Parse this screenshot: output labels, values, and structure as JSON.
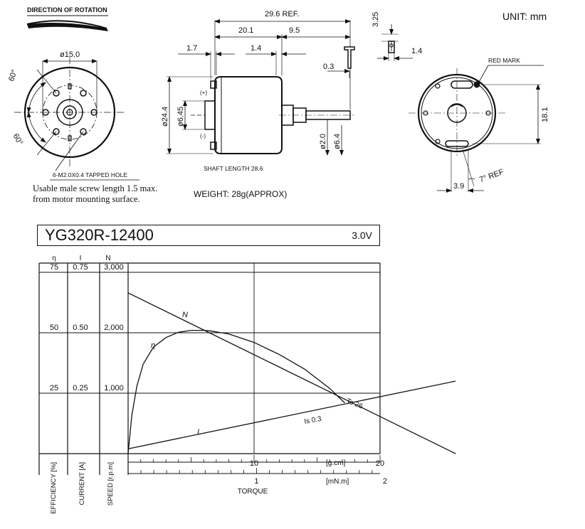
{
  "unit_label": "UNIT:  mm",
  "views": {
    "front": {
      "rotation_label": "DIRECTION OF ROTATION",
      "diameter_label": "ø15.0",
      "angle_top": "60°",
      "angle_bottom": "60°",
      "hole_label": "6-M2.0X0.4 TAPPED HOLE",
      "screw_note_1": "Usable male screw length 1.5 max.",
      "screw_note_2": "from motor mounting surface."
    },
    "side": {
      "dim_total": "29.6 REF.",
      "dim_body": "20.1",
      "dim_shaft_ext": "9.5",
      "dim_terminal": "1.7",
      "dim_boss": "1.4",
      "dia_body": "ø24.4",
      "dia_boss": "ø6.45",
      "dia_shaft": "ø2.0",
      "dia_shaft_tip": "ø6.4",
      "plus": "(+)",
      "minus": "(-)",
      "shaft_length": "SHAFT LENGTH 28.6",
      "weight": "WEIGHT: 28g(APPROX)"
    },
    "terminal": {
      "dim_height": "3.25",
      "dim_thickness": "0.3",
      "dim_width": "1.4"
    },
    "rear": {
      "red_mark": "RED MARK",
      "dim_height": "18.1",
      "dim_offset": "3.9",
      "angle": "7° REF"
    }
  },
  "chart": {
    "model": "YG320R-12400",
    "voltage": "3.0V"
  },
  "chart_data": {
    "type": "line",
    "title": "YG320R-12400",
    "subtitle": "3.0V",
    "xlabel": "TORQUE",
    "x_units": [
      "[g.cm]",
      "[mN.m]"
    ],
    "x_ticks_gcm": [
      "10",
      "20"
    ],
    "x_ticks_mnm": [
      "1",
      "2"
    ],
    "xlim_gcm": [
      0,
      20
    ],
    "axes": [
      {
        "symbol": "η",
        "label": "EFFICIENCY [%]",
        "ticks": [
          "25",
          "50",
          "75"
        ],
        "range": [
          0,
          75
        ]
      },
      {
        "symbol": "I",
        "label": "CURRENT [A]",
        "ticks": [
          "0.25",
          "0.50",
          "0.75"
        ],
        "range": [
          0,
          0.75
        ]
      },
      {
        "symbol": "N",
        "label": "SPEED [r.p.m]",
        "ticks": [
          "1,000",
          "2,000",
          "3,000"
        ],
        "range": [
          0,
          3000
        ]
      }
    ],
    "grid": true,
    "series": [
      {
        "name": "N",
        "axis": "N",
        "x": [
          0,
          26
        ],
        "y": [
          2660,
          0
        ]
      },
      {
        "name": "I",
        "axis": "I",
        "x": [
          0,
          26
        ],
        "y": [
          0.02,
          0.3
        ]
      },
      {
        "name": "η",
        "axis": "η",
        "x": [
          0,
          0.3,
          0.7,
          1.2,
          2,
          3,
          4,
          5,
          6,
          6.5,
          8,
          10,
          12,
          14,
          16,
          17.2
        ],
        "y": [
          0,
          16,
          28,
          37,
          44,
          48,
          50.2,
          51,
          51,
          50.8,
          49.5,
          46,
          41,
          35,
          27,
          21
        ]
      }
    ],
    "annotations": {
      "stall_torque": "Ts 26",
      "stall_current": "Is 0.3"
    }
  }
}
